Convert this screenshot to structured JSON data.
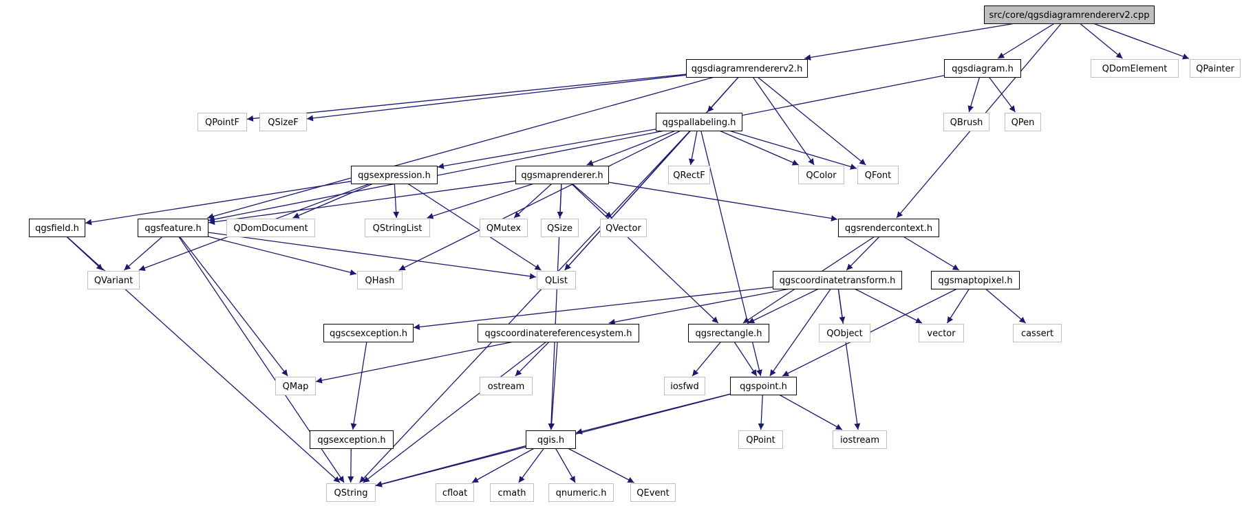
{
  "graph": {
    "colors": {
      "root_fill": "#bfbfbf",
      "header_border": "#000000",
      "system_border": "#bfbfbf",
      "edge": "#191970",
      "text": "#000000"
    },
    "nodes": [
      {
        "id": "root",
        "label": "src/core/qgsdiagramrendererv2.cpp",
        "kind": "root"
      },
      {
        "id": "drv2h",
        "label": "qgsdiagramrendererv2.h",
        "kind": "header"
      },
      {
        "id": "diagramh",
        "label": "qgsdiagram.h",
        "kind": "header"
      },
      {
        "id": "qdomelement",
        "label": "QDomElement",
        "kind": "system"
      },
      {
        "id": "qpainter",
        "label": "QPainter",
        "kind": "system"
      },
      {
        "id": "qpointf",
        "label": "QPointF",
        "kind": "system"
      },
      {
        "id": "qsizef",
        "label": "QSizeF",
        "kind": "system"
      },
      {
        "id": "pallabelingh",
        "label": "qgspallabeling.h",
        "kind": "header"
      },
      {
        "id": "qbrush",
        "label": "QBrush",
        "kind": "system"
      },
      {
        "id": "qpen",
        "label": "QPen",
        "kind": "system"
      },
      {
        "id": "expressionh",
        "label": "qgsexpression.h",
        "kind": "header"
      },
      {
        "id": "maprendererh",
        "label": "qgsmaprenderer.h",
        "kind": "header"
      },
      {
        "id": "qrectf",
        "label": "QRectF",
        "kind": "system"
      },
      {
        "id": "qcolor",
        "label": "QColor",
        "kind": "system"
      },
      {
        "id": "qfont",
        "label": "QFont",
        "kind": "system"
      },
      {
        "id": "fieldh",
        "label": "qgsfield.h",
        "kind": "header"
      },
      {
        "id": "featureh",
        "label": "qgsfeature.h",
        "kind": "header"
      },
      {
        "id": "qdomdocument",
        "label": "QDomDocument",
        "kind": "system"
      },
      {
        "id": "qstringlist",
        "label": "QStringList",
        "kind": "system"
      },
      {
        "id": "qmutex",
        "label": "QMutex",
        "kind": "system"
      },
      {
        "id": "qsize",
        "label": "QSize",
        "kind": "system"
      },
      {
        "id": "qvector",
        "label": "QVector",
        "kind": "system"
      },
      {
        "id": "rendercontexth",
        "label": "qgsrendercontext.h",
        "kind": "header"
      },
      {
        "id": "qvariant",
        "label": "QVariant",
        "kind": "system"
      },
      {
        "id": "qhash",
        "label": "QHash",
        "kind": "system"
      },
      {
        "id": "qlist",
        "label": "QList",
        "kind": "system"
      },
      {
        "id": "coordtransformh",
        "label": "qgscoordinatetransform.h",
        "kind": "header"
      },
      {
        "id": "maptopixelh",
        "label": "qgsmaptopixel.h",
        "kind": "header"
      },
      {
        "id": "csexceptionh",
        "label": "qgscsexception.h",
        "kind": "header"
      },
      {
        "id": "crsh",
        "label": "qgscoordinatereferencesystem.h",
        "kind": "header"
      },
      {
        "id": "rectangleh",
        "label": "qgsrectangle.h",
        "kind": "header"
      },
      {
        "id": "qobject",
        "label": "QObject",
        "kind": "system"
      },
      {
        "id": "vector",
        "label": "vector",
        "kind": "system"
      },
      {
        "id": "cassert",
        "label": "cassert",
        "kind": "system"
      },
      {
        "id": "qmap",
        "label": "QMap",
        "kind": "system"
      },
      {
        "id": "ostream",
        "label": "ostream",
        "kind": "system"
      },
      {
        "id": "iosfwd",
        "label": "iosfwd",
        "kind": "system"
      },
      {
        "id": "pointh",
        "label": "qgspoint.h",
        "kind": "header"
      },
      {
        "id": "exceptionh",
        "label": "qgsexception.h",
        "kind": "header"
      },
      {
        "id": "qgish",
        "label": "qgis.h",
        "kind": "header"
      },
      {
        "id": "qpoint",
        "label": "QPoint",
        "kind": "system"
      },
      {
        "id": "iostream",
        "label": "iostream",
        "kind": "system"
      },
      {
        "id": "qstring",
        "label": "QString",
        "kind": "system"
      },
      {
        "id": "cfloat",
        "label": "cfloat",
        "kind": "system"
      },
      {
        "id": "cmath",
        "label": "cmath",
        "kind": "system"
      },
      {
        "id": "qnumerich",
        "label": "qnumeric.h",
        "kind": "system"
      },
      {
        "id": "qevent",
        "label": "QEvent",
        "kind": "system"
      }
    ],
    "edges": [
      [
        "root",
        "drv2h"
      ],
      [
        "root",
        "diagramh"
      ],
      [
        "root",
        "qdomelement"
      ],
      [
        "root",
        "qpainter"
      ],
      [
        "root",
        "rendercontexth"
      ],
      [
        "drv2h",
        "qpointf"
      ],
      [
        "drv2h",
        "qsizef"
      ],
      [
        "drv2h",
        "pallabelingh"
      ],
      [
        "drv2h",
        "featureh"
      ],
      [
        "drv2h",
        "qcolor"
      ],
      [
        "drv2h",
        "qfont"
      ],
      [
        "drv2h",
        "qlist"
      ],
      [
        "diagramh",
        "qbrush"
      ],
      [
        "diagramh",
        "qpen"
      ],
      [
        "diagramh",
        "featureh"
      ],
      [
        "pallabelingh",
        "expressionh"
      ],
      [
        "pallabelingh",
        "maprendererh"
      ],
      [
        "pallabelingh",
        "qrectf"
      ],
      [
        "pallabelingh",
        "qcolor"
      ],
      [
        "pallabelingh",
        "qfont"
      ],
      [
        "pallabelingh",
        "qhash"
      ],
      [
        "pallabelingh",
        "qlist"
      ],
      [
        "pallabelingh",
        "pointh"
      ],
      [
        "pallabelingh",
        "qstring"
      ],
      [
        "expressionh",
        "fieldh"
      ],
      [
        "expressionh",
        "qdomdocument"
      ],
      [
        "expressionh",
        "qstringlist"
      ],
      [
        "expressionh",
        "qvariant"
      ],
      [
        "expressionh",
        "qlist"
      ],
      [
        "maprendererh",
        "featureh"
      ],
      [
        "maprendererh",
        "qstringlist"
      ],
      [
        "maprendererh",
        "qmutex"
      ],
      [
        "maprendererh",
        "qsize"
      ],
      [
        "maprendererh",
        "qvector"
      ],
      [
        "maprendererh",
        "rendercontexth"
      ],
      [
        "maprendererh",
        "rectangleh"
      ],
      [
        "maprendererh",
        "qgish"
      ],
      [
        "fieldh",
        "qvariant"
      ],
      [
        "fieldh",
        "qstring"
      ],
      [
        "featureh",
        "qvariant"
      ],
      [
        "featureh",
        "qhash"
      ],
      [
        "featureh",
        "qlist"
      ],
      [
        "featureh",
        "qmap"
      ],
      [
        "featureh",
        "qstring"
      ],
      [
        "rendercontexth",
        "coordtransformh"
      ],
      [
        "rendercontexth",
        "maptopixelh"
      ],
      [
        "rendercontexth",
        "rectangleh"
      ],
      [
        "coordtransformh",
        "csexceptionh"
      ],
      [
        "coordtransformh",
        "crsh"
      ],
      [
        "coordtransformh",
        "rectangleh"
      ],
      [
        "coordtransformh",
        "qobject"
      ],
      [
        "coordtransformh",
        "vector"
      ],
      [
        "coordtransformh",
        "pointh"
      ],
      [
        "coordtransformh",
        "iostream"
      ],
      [
        "maptopixelh",
        "vector"
      ],
      [
        "maptopixelh",
        "cassert"
      ],
      [
        "maptopixelh",
        "pointh"
      ],
      [
        "csexceptionh",
        "exceptionh"
      ],
      [
        "crsh",
        "qmap"
      ],
      [
        "crsh",
        "ostream"
      ],
      [
        "crsh",
        "qgish"
      ],
      [
        "crsh",
        "qstring"
      ],
      [
        "rectangleh",
        "iosfwd"
      ],
      [
        "rectangleh",
        "pointh"
      ],
      [
        "pointh",
        "qpoint"
      ],
      [
        "pointh",
        "iostream"
      ],
      [
        "pointh",
        "qgish"
      ],
      [
        "pointh",
        "qstring"
      ],
      [
        "exceptionh",
        "qstring"
      ],
      [
        "qgish",
        "qstring"
      ],
      [
        "qgish",
        "cfloat"
      ],
      [
        "qgish",
        "cmath"
      ],
      [
        "qgish",
        "qnumerich"
      ],
      [
        "qgish",
        "qevent"
      ]
    ]
  }
}
